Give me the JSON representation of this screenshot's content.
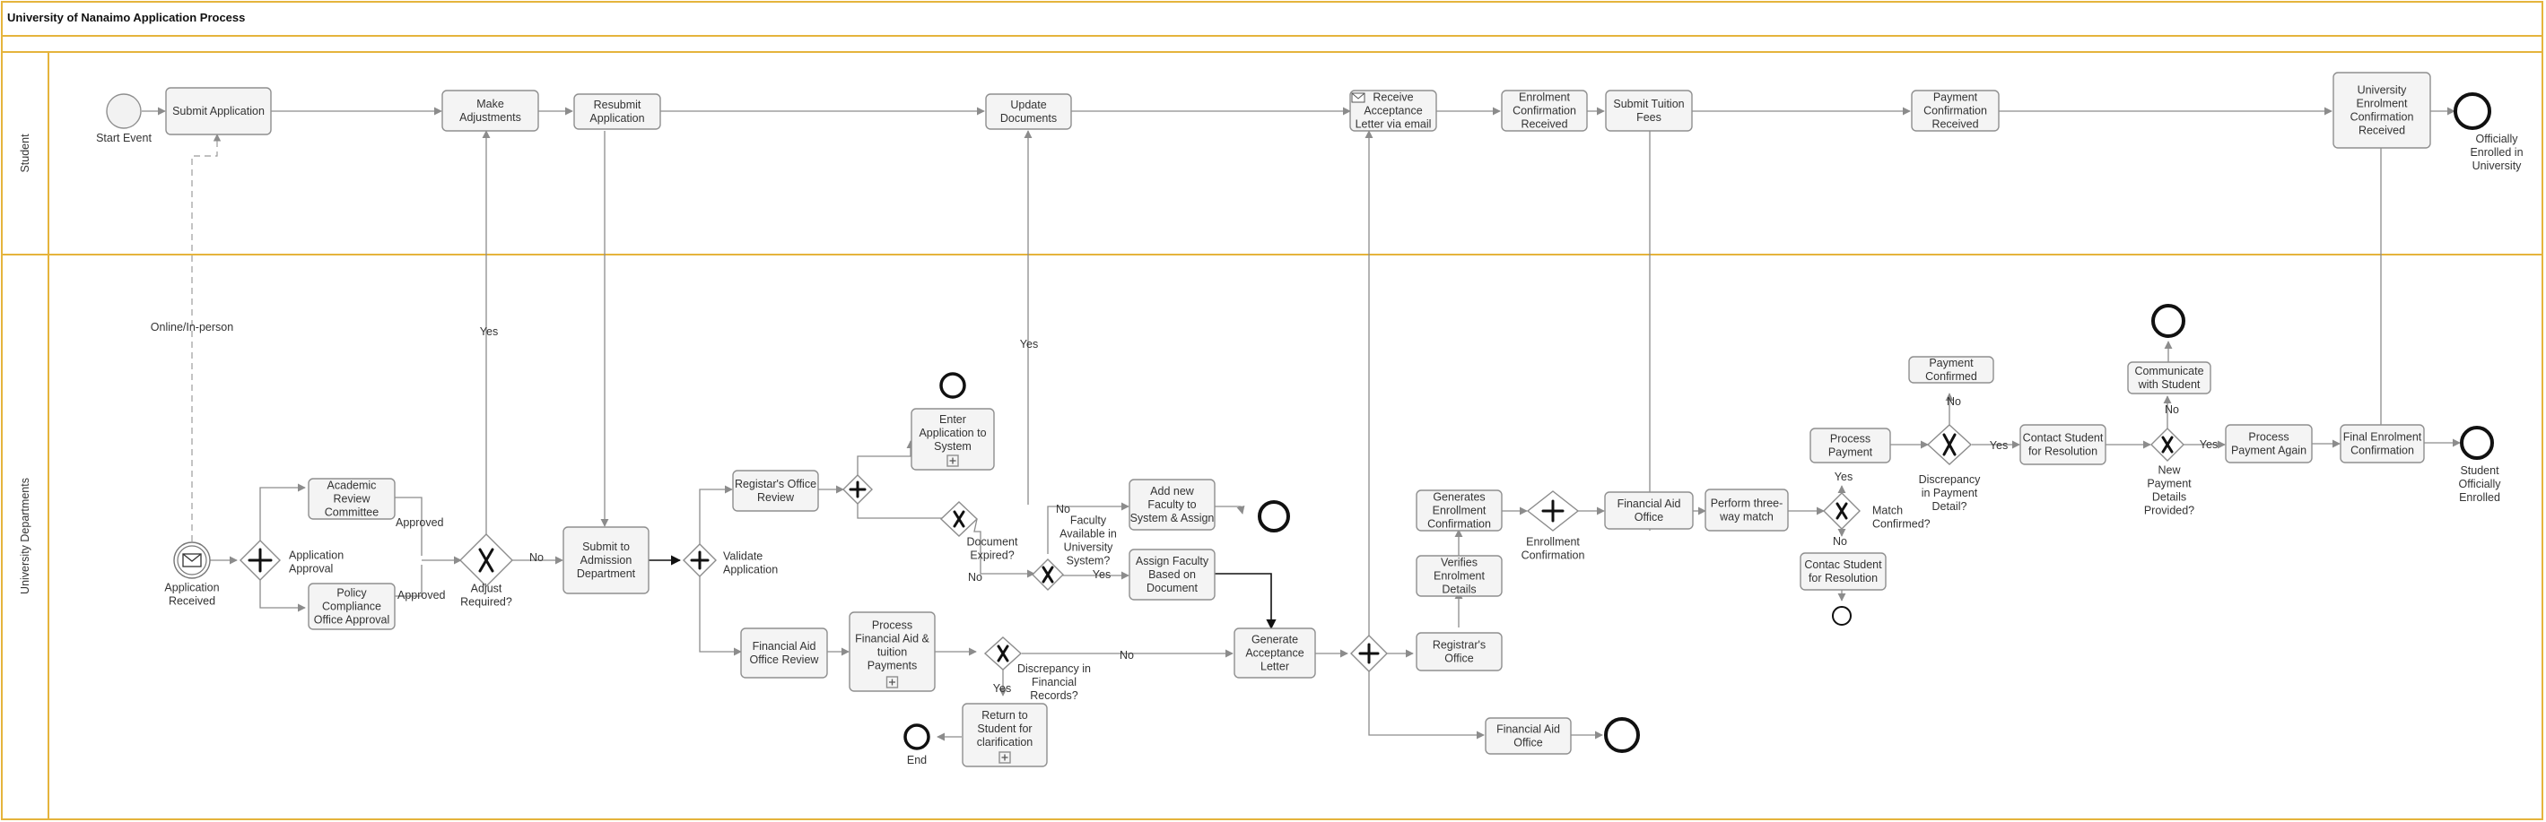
{
  "title": "University of Nanaimo Application Process",
  "lanes": {
    "student": "Student",
    "departments": "University Departments"
  },
  "colors": {
    "pool_border": "#e5b43c",
    "task_fill": "#f4f4f4",
    "flow_line": "#8c8c8c"
  },
  "tasks": {
    "submit_application": [
      "Submit Application"
    ],
    "make_adjustments": [
      "Make",
      "Adjustments"
    ],
    "resubmit_application": [
      "Resubmit",
      "Application"
    ],
    "update_documents": [
      "Update",
      "Documents"
    ],
    "receive_acceptance": [
      "Receive",
      "Acceptance",
      "Letter via email"
    ],
    "enrolment_conf_received": [
      "Enrolment",
      "Confirmation",
      "Received"
    ],
    "submit_tuition": [
      "Submit Tuition",
      "Fees"
    ],
    "payment_conf_received": [
      "Payment",
      "Confirmation",
      "Received"
    ],
    "univ_enrol_conf_received": [
      "University",
      "Enrolment",
      "Confirmation",
      "Received"
    ],
    "academic_review": [
      "Academic",
      "Review",
      "Committee"
    ],
    "policy_compliance": [
      "Policy",
      "Compliance",
      "Office Approval"
    ],
    "submit_admission": [
      "Submit to",
      "Admission",
      "Department"
    ],
    "registrar_review": [
      "Registar's Office",
      "Review"
    ],
    "enter_application": [
      "Enter",
      "Application to",
      "System"
    ],
    "add_faculty": [
      "Add new",
      "Faculty to",
      "System & Assign"
    ],
    "assign_faculty": [
      "Assign Faculty",
      "Based on",
      "Document"
    ],
    "financial_aid_review": [
      "Financial Aid",
      "Office Review"
    ],
    "process_financial": [
      "Process",
      "Financial Aid &",
      "tuition",
      "Payments"
    ],
    "return_student": [
      "Return to",
      "Student for",
      "clarification"
    ],
    "generate_acceptance": [
      "Generate",
      "Acceptance",
      "Letter"
    ],
    "generates_enrollment": [
      "Generates",
      "Enrollment",
      "Confirmation"
    ],
    "verifies_enrolment": [
      "Verifies",
      "Enrolment",
      "Details"
    ],
    "registrars_office": [
      "Registrar's",
      "Office"
    ],
    "financial_aid_office_low": [
      "Financial Aid",
      "Office"
    ],
    "financial_aid_office": [
      "Financial Aid",
      "Office"
    ],
    "three_way_match": [
      "Perform three-",
      "way match"
    ],
    "contact_student_a": [
      "Contac Student",
      "for Resolution"
    ],
    "process_payment": [
      "Process",
      "Payment"
    ],
    "payment_confirmed": [
      "Payment",
      "Confirmed"
    ],
    "contact_student_b": [
      "Contact Student",
      "for Resolution"
    ],
    "communicate_student": [
      "Communicate",
      "with Student"
    ],
    "process_payment_again": [
      "Process",
      "Payment Again"
    ],
    "final_enrolment": [
      "Final Enrolment",
      "Confirmation"
    ]
  },
  "labels": {
    "start_event": [
      "Start Event"
    ],
    "officially_enrolled": [
      "Officially",
      "Enrolled in",
      "University"
    ],
    "online_inperson": [
      "Online/In-person"
    ],
    "application_received": [
      "Application",
      "Received"
    ],
    "application_approval": [
      "Application",
      "Approval"
    ],
    "approved_1": [
      "Approved"
    ],
    "approved_2": [
      "Approved"
    ],
    "adjust_required": [
      "Adjust",
      "Required?"
    ],
    "yes_adjust": [
      "Yes"
    ],
    "no_adjust": [
      "No"
    ],
    "validate_application": [
      "Validate",
      "Application"
    ],
    "yes_update": [
      "Yes"
    ],
    "document_expired": [
      "Document",
      "Expired?"
    ],
    "no_doc": [
      "No"
    ],
    "no_faculty": [
      "No"
    ],
    "faculty_available": [
      "Faculty",
      "Available in",
      "University",
      "System?"
    ],
    "yes_faculty": [
      "Yes"
    ],
    "discrepancy_fin": [
      "Discrepancy in",
      "Financial",
      "Records?"
    ],
    "no_fin": [
      "No"
    ],
    "yes_fin": [
      "Yes"
    ],
    "end_label": [
      "End"
    ],
    "enrollment_confirmation": [
      "Enrollment",
      "Confirmation"
    ],
    "yes_match": [
      "Yes"
    ],
    "match_confirmed": [
      "Match",
      "Confirmed?"
    ],
    "no_match": [
      "No"
    ],
    "no_payment": [
      "No"
    ],
    "discrepancy_payment": [
      "Discrepancy",
      "in Payment",
      "Detail?"
    ],
    "yes_payment": [
      "Yes"
    ],
    "no_new_payment": [
      "No"
    ],
    "new_payment_details": [
      "New",
      "Payment",
      "Details",
      "Provided?"
    ],
    "yes_new_payment": [
      "Yes"
    ],
    "student_officially_enrolled": [
      "Student",
      "Officially",
      "Enrolled"
    ]
  }
}
